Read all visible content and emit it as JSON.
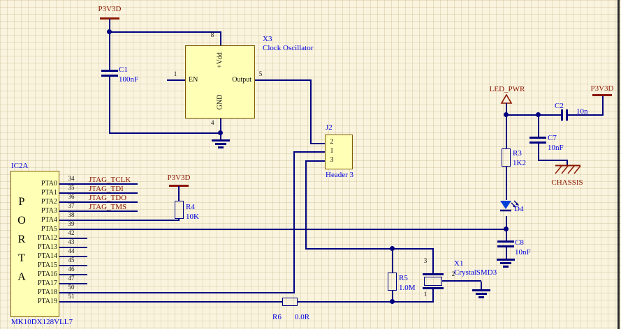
{
  "colors": {
    "background": "#FAF4DE",
    "grid_line": "#D9CCA4",
    "wire": "#000080",
    "net_label": "#8B1500",
    "designator": "#0000E0",
    "component_fill": "#FFFFB5",
    "component_border": "#7E5C00",
    "led_fill": "#0040D8"
  },
  "power_nets": {
    "p3v3d": "P3V3D",
    "led_pwr": "LED_PWR",
    "chassis": "CHASSIS"
  },
  "ic": {
    "designator": "IC2A",
    "part": "MK10DX128VLL7",
    "port_letters": [
      "P",
      "O",
      "R",
      "T",
      "A"
    ],
    "pins": [
      {
        "name": "PTA0",
        "number": "34",
        "net": "JTAG_TCLK"
      },
      {
        "name": "PTA1",
        "number": "35",
        "net": "JTAG_TDI"
      },
      {
        "name": "PTA2",
        "number": "36",
        "net": "JTAG_TDO"
      },
      {
        "name": "PTA3",
        "number": "37",
        "net": "JTAG_TMS"
      },
      {
        "name": "PTA4",
        "number": "38"
      },
      {
        "name": "PTA5",
        "number": "39"
      },
      {
        "name": "PTA12",
        "number": "42"
      },
      {
        "name": "PTA13",
        "number": "43"
      },
      {
        "name": "PTA14",
        "number": "44"
      },
      {
        "name": "PTA15",
        "number": "45"
      },
      {
        "name": "PTA16",
        "number": "46"
      },
      {
        "name": "PTA17",
        "number": "47"
      },
      {
        "name": "PTA18",
        "number": "50"
      },
      {
        "name": "PTA19",
        "number": "51"
      }
    ]
  },
  "oscillator": {
    "designator": "X3",
    "comment": "Clock Oscillator",
    "pin_top": {
      "number": "8",
      "name": "+Vdd"
    },
    "pin_left": {
      "number": "1",
      "name": "EN"
    },
    "pin_right": {
      "number": "5",
      "name": "Output"
    },
    "pin_bottom": {
      "number": "4",
      "name": "GND"
    }
  },
  "header": {
    "designator": "J2",
    "comment": "Header 3",
    "pins": [
      "2",
      "1",
      "3"
    ]
  },
  "crystal": {
    "designator": "X1",
    "comment": "CrystalSMD3",
    "pin_top": "3",
    "pin_case": "2",
    "pin_bottom": "1"
  },
  "resistors": [
    {
      "designator": "R3",
      "value": "1K2"
    },
    {
      "designator": "R4",
      "value": "10K"
    },
    {
      "designator": "R5",
      "value": "1.0M"
    },
    {
      "designator": "R6",
      "value": "0.0R"
    }
  ],
  "capacitors": [
    {
      "designator": "C1",
      "value": "100nF"
    },
    {
      "designator": "C2",
      "value": "10n"
    },
    {
      "designator": "C7",
      "value": "10nF"
    },
    {
      "designator": "C8",
      "value": "10nF"
    }
  ],
  "diode": {
    "designator": "D4"
  }
}
